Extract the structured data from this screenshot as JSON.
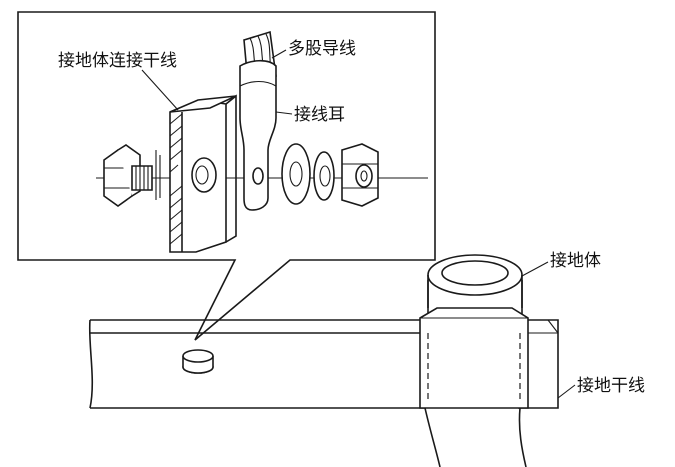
{
  "labels": {
    "connector_bar": "接地体连接干线",
    "stranded_wire": "多股导线",
    "cable_lug": "接线耳",
    "ground_electrode": "接地体",
    "ground_main": "接地干线"
  }
}
